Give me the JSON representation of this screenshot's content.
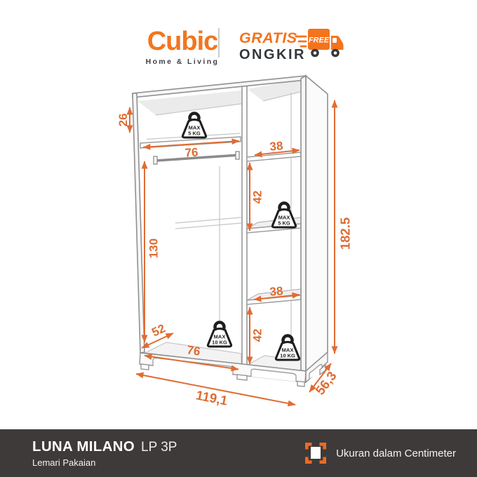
{
  "header": {
    "brand_name": "Cubic",
    "brand_tagline": "Home & Living",
    "promo_line1": "GRATIS",
    "promo_line2": "ONGKIR",
    "truck_label": "FREE"
  },
  "diagram": {
    "dims": {
      "top_section_height": "26",
      "hang_width_top": "76",
      "hang_height": "130",
      "inner_depth": "52",
      "hang_width_bottom": "76",
      "shelf_width_top": "38",
      "shelf_gap_upper": "42",
      "shelf_width_lower": "38",
      "shelf_gap_lower": "42",
      "overall_height": "182.5",
      "overall_width": "119,1",
      "overall_depth": "56,3"
    },
    "weights": [
      {
        "line1": "MAX",
        "line2": "5 KG"
      },
      {
        "line1": "MAX",
        "line2": "5 KG"
      },
      {
        "line1": "MAX",
        "line2": "10 KG"
      },
      {
        "line1": "MAX",
        "line2": "10 KG"
      }
    ],
    "icons": [
      "weight-limit-icon"
    ]
  },
  "footer": {
    "product_name": "LUNA MILANO",
    "product_variant": "LP 3P",
    "product_category": "Lemari Pakaian",
    "note": "Ukuran dalam Centimeter"
  },
  "colors": {
    "accent_orange": "#f2731f",
    "dimension_orange": "#e06c33",
    "footer_bg": "#3e3a39"
  }
}
